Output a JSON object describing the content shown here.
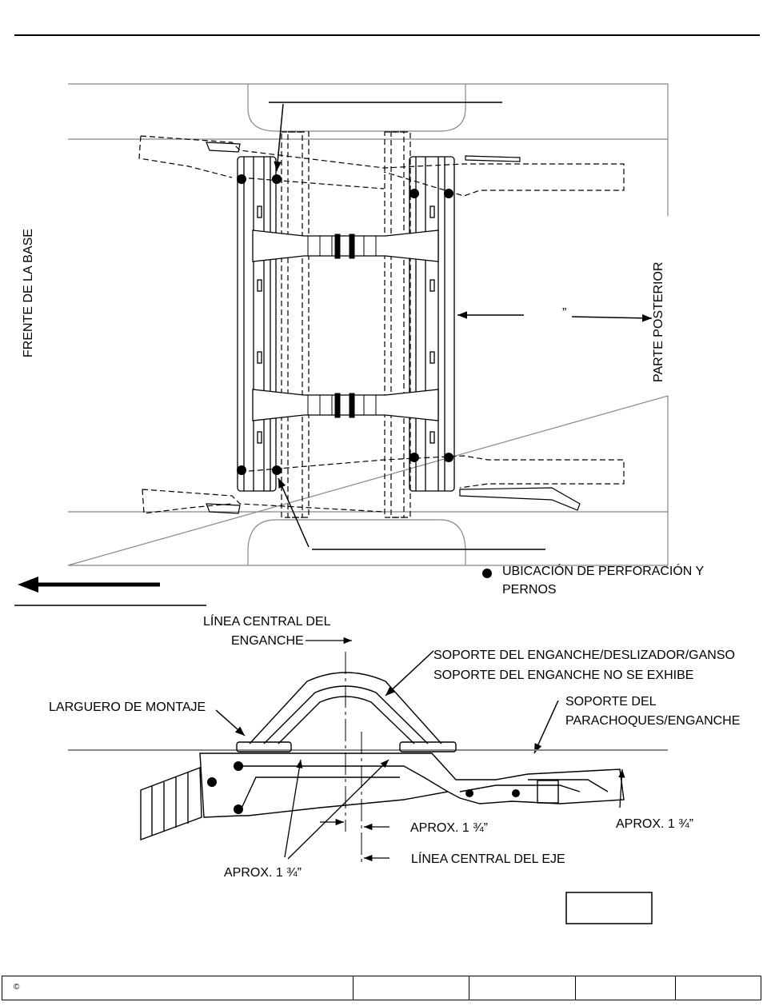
{
  "top_view": {
    "front_label": "FRENTE DE LA BASE",
    "rear_label": "PARTE POSTERIOR",
    "inch_mark": "”"
  },
  "legend": {
    "bullet_label_line1": "UBICACIÓN DE PERFORACIÓN Y",
    "bullet_label_line2": "PERNOS"
  },
  "side_view": {
    "hitch_centerline_line1": "LÍNEA CENTRAL DEL",
    "hitch_centerline_line2": "ENGANCHE",
    "support_line1": "SOPORTE DEL ENGANCHE/DESLIZADOR/GANSO",
    "support_line2": "SOPORTE DEL ENGANCHE NO SE EXHIBE",
    "mounting_rail": "LARGUERO DE MONTAJE",
    "bumper_line1": "SOPORTE DEL",
    "bumper_line2": "PARACHOQUES/ENGANCHE",
    "approx_right": "APROX. 1 ¾”",
    "approx_center": "APROX. 1 ¾”",
    "approx_left": "APROX. 1 ¾”",
    "axle_centerline": "LÍNEA CENTRAL DEL EJE"
  },
  "footer": {
    "copyright": "©"
  }
}
